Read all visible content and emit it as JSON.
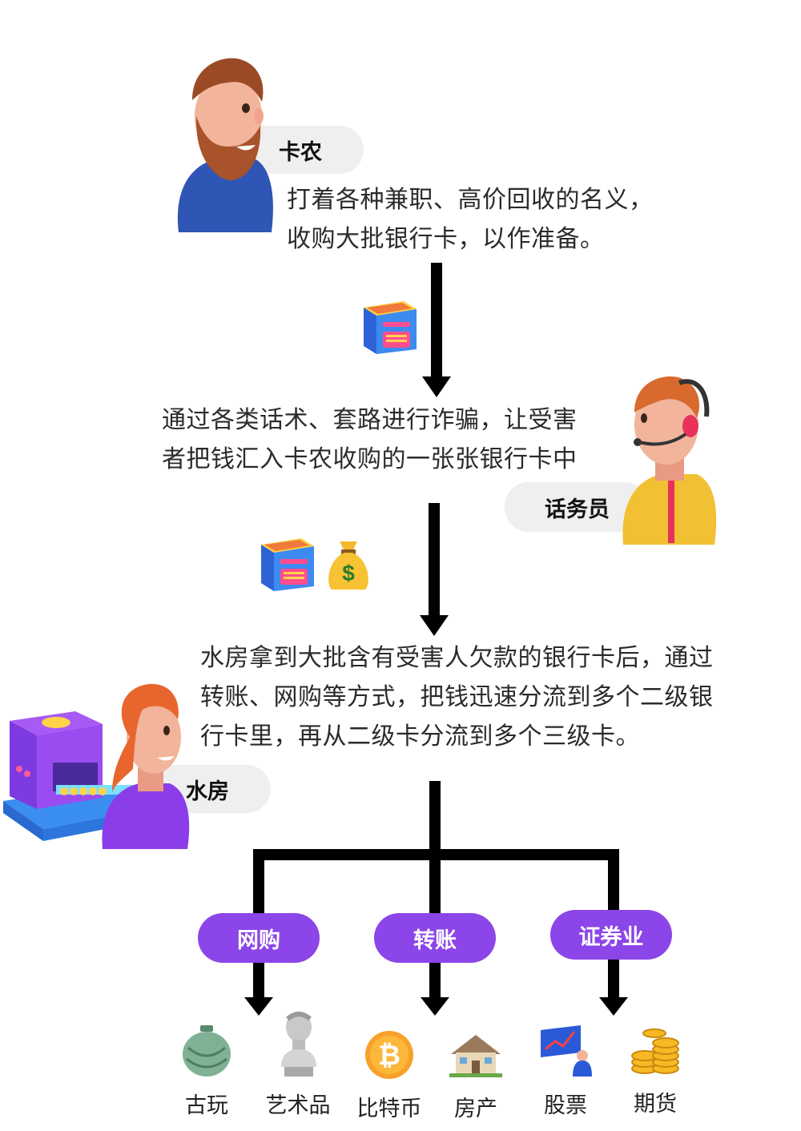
{
  "roles": {
    "card_farmer": {
      "label": "卡农",
      "text": [
        "打着各种兼职、高价回收的名义，",
        "收购大批银行卡，以作准备。"
      ]
    },
    "operator": {
      "label": "话务员",
      "text": [
        "通过各类话术、套路进行诈骗，让受害",
        "者把钱汇入卡农收购的一张张银行卡中"
      ]
    },
    "water_house": {
      "label": "水房",
      "text": [
        "水房拿到大批含有受害人欠款的银行卡后，通过",
        "转账、网购等方式，把钱迅速分流到多个二级银",
        "行卡里，再从二级卡分流到多个三级卡。"
      ]
    }
  },
  "channels": [
    "网购",
    "转账",
    "证券业"
  ],
  "assets": [
    "古玩",
    "艺术品",
    "比特币",
    "房产",
    "股票",
    "期货"
  ],
  "colors": {
    "pill": "#8b45e8",
    "arrow": "#000000",
    "bubble": "#efefef"
  },
  "icons": [
    "bank-card-machine-icon",
    "money-bag-icon",
    "vase-icon",
    "statue-icon",
    "bitcoin-icon",
    "house-icon",
    "stock-chart-icon",
    "gold-coins-icon"
  ]
}
